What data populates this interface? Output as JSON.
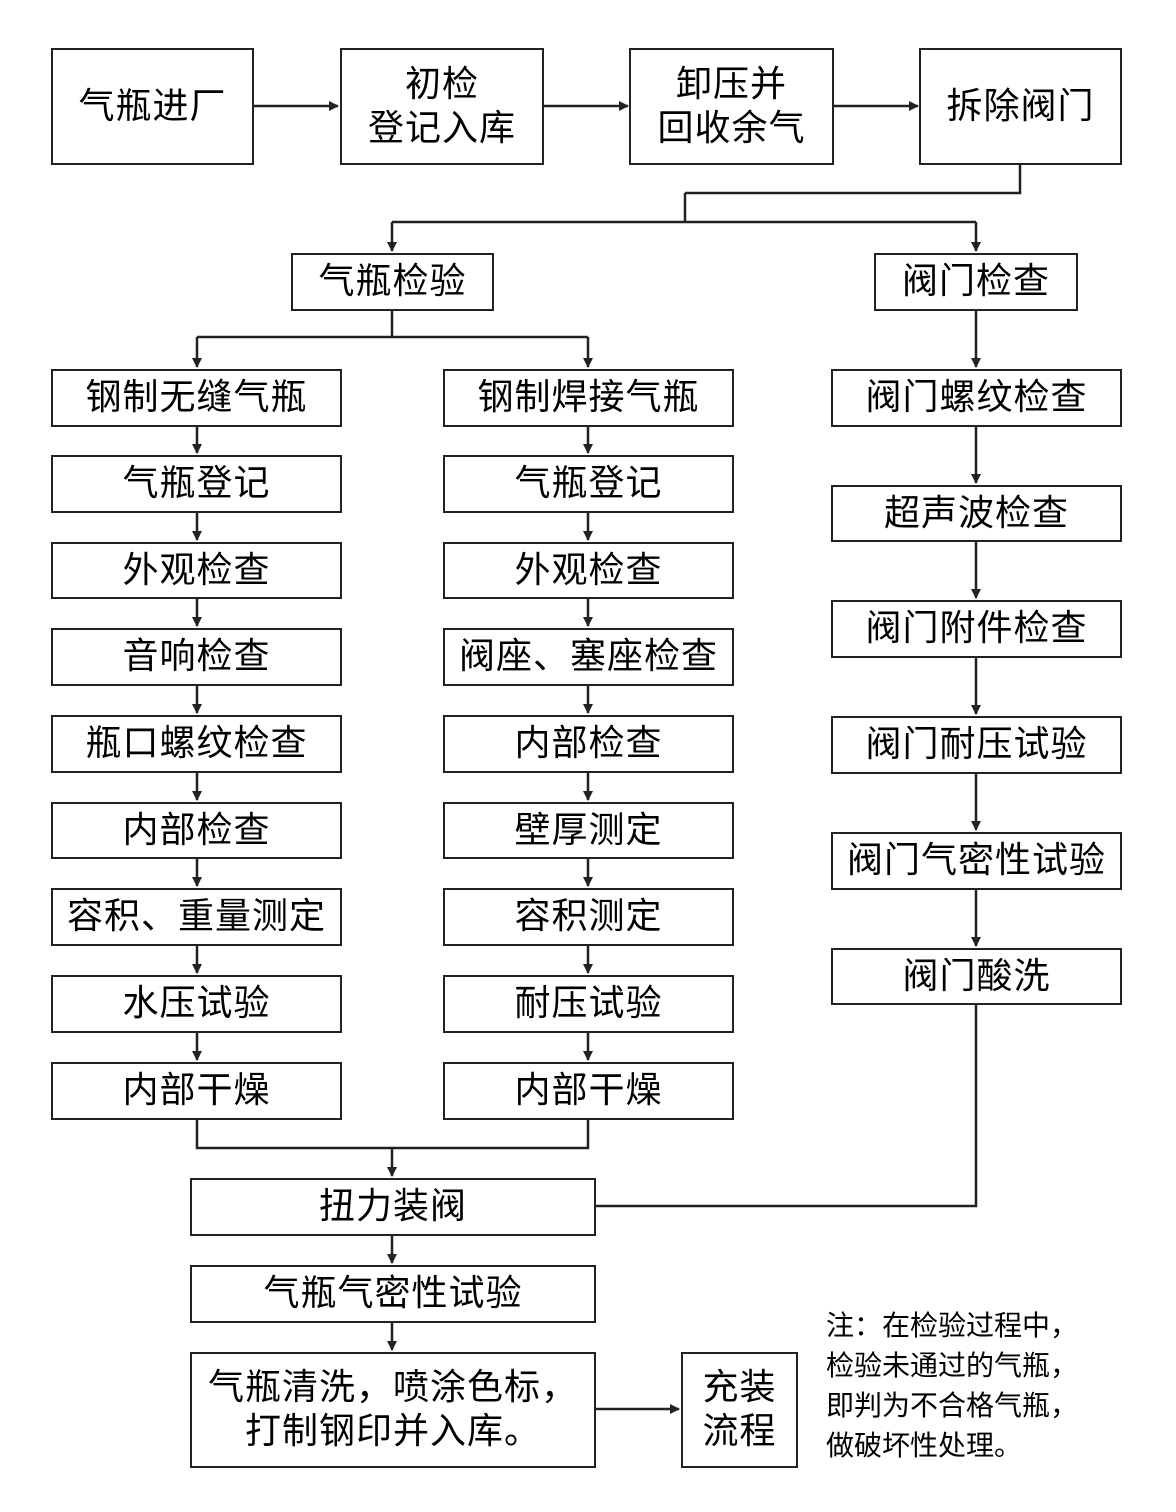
{
  "top_row": {
    "enter": "气瓶进厂",
    "initial_check": [
      "初检",
      "登记入库"
    ],
    "depressurize": [
      "卸压并",
      "回收余气"
    ],
    "remove_valve": "拆除阀门"
  },
  "cylinder_inspection": "气瓶检验",
  "valve_inspection": "阀门检查",
  "seamless_column": [
    "钢制无缝气瓶",
    "气瓶登记",
    "外观检查",
    "音响检查",
    "瓶口螺纹检查",
    "内部检查",
    "容积、重量测定",
    "水压试验",
    "内部干燥"
  ],
  "welded_column": [
    "钢制焊接气瓶",
    "气瓶登记",
    "外观检查",
    "阀座、塞座检查",
    "内部检查",
    "壁厚测定",
    "容积测定",
    "耐压试验",
    "内部干燥"
  ],
  "valve_column": [
    "阀门螺纹检查",
    "超声波检查",
    "阀门附件检查",
    "阀门耐压试验",
    "阀门气密性试验",
    "阀门酸洗"
  ],
  "torque_valve": "扭力装阀",
  "airtight_test": "气瓶气密性试验",
  "finish": [
    "气瓶清洗，喷涂色标，",
    "打制钢印并入库。"
  ],
  "filling": [
    "充装",
    "流程"
  ],
  "note": [
    "注：在检验过程中，",
    "检验未通过的气瓶，",
    "即判为不合格气瓶，",
    "做破坏性处理。"
  ]
}
